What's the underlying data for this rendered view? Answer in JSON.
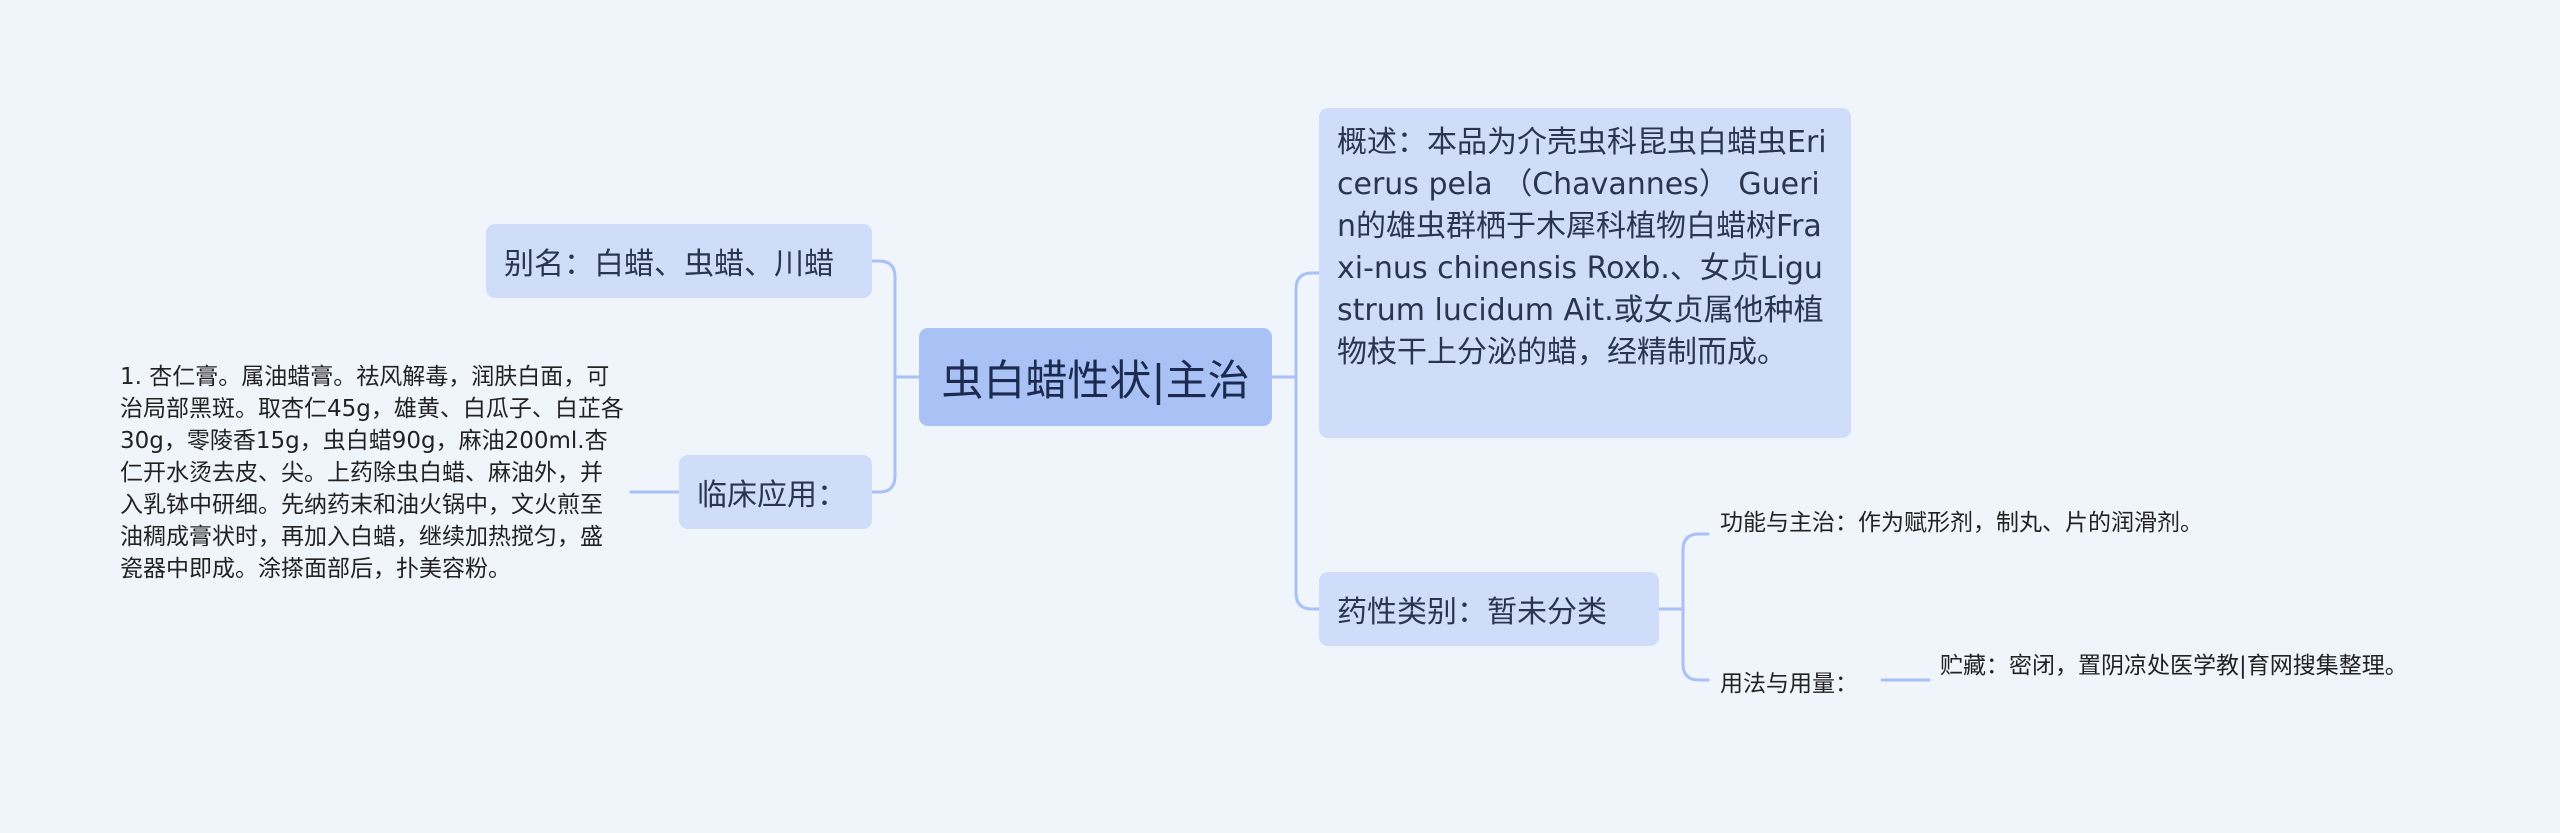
{
  "root": {
    "label": "虫白蜡性状|主治"
  },
  "left_branches": {
    "alias": {
      "label": "别名：白蜡、虫蜡、川蜡"
    },
    "clinical": {
      "label": "临床应用：",
      "detail": "1. 杏仁膏。属油蜡膏。祛风解毒，润肤白面，可治局部黑斑。取杏仁45g，雄黄、白瓜子、白芷各30g，零陵香15g，虫白蜡90g，麻油200ml.杏仁开水烫去皮、尖。上药除虫白蜡、麻油外，并入乳钵中研细。先纳药末和油火锅中，文火煎至油稠成膏状时，再加入白蜡，继续加热搅匀，盛瓷器中即成。涂搽面部后，扑美容粉。"
    }
  },
  "right_branches": {
    "overview": {
      "label": "概述：本品为介壳虫科昆虫白蜡虫Ericerus pela （Chavannes） Guerin的雄虫群栖于木犀科植物白蜡树Fraxi-nus chinensis Roxb.、女贞Ligustrum lucidum Ait.或女贞属他种植物枝干上分泌的蜡，经精制而成。"
    },
    "category": {
      "label": "药性类别：暂未分类",
      "function": {
        "label": "功能与主治：作为赋形剂，制丸、片的润滑剂。"
      },
      "usage": {
        "label": "用法与用量：",
        "storage": {
          "label": "贮藏：密闭，置阴凉处医学教|育网搜集整理。"
        }
      }
    }
  },
  "colors": {
    "background": "#f0f4fb",
    "root_fill": "#a9c1f5",
    "node_fill": "#cfdcfa",
    "connector": "#a9c1f5"
  }
}
